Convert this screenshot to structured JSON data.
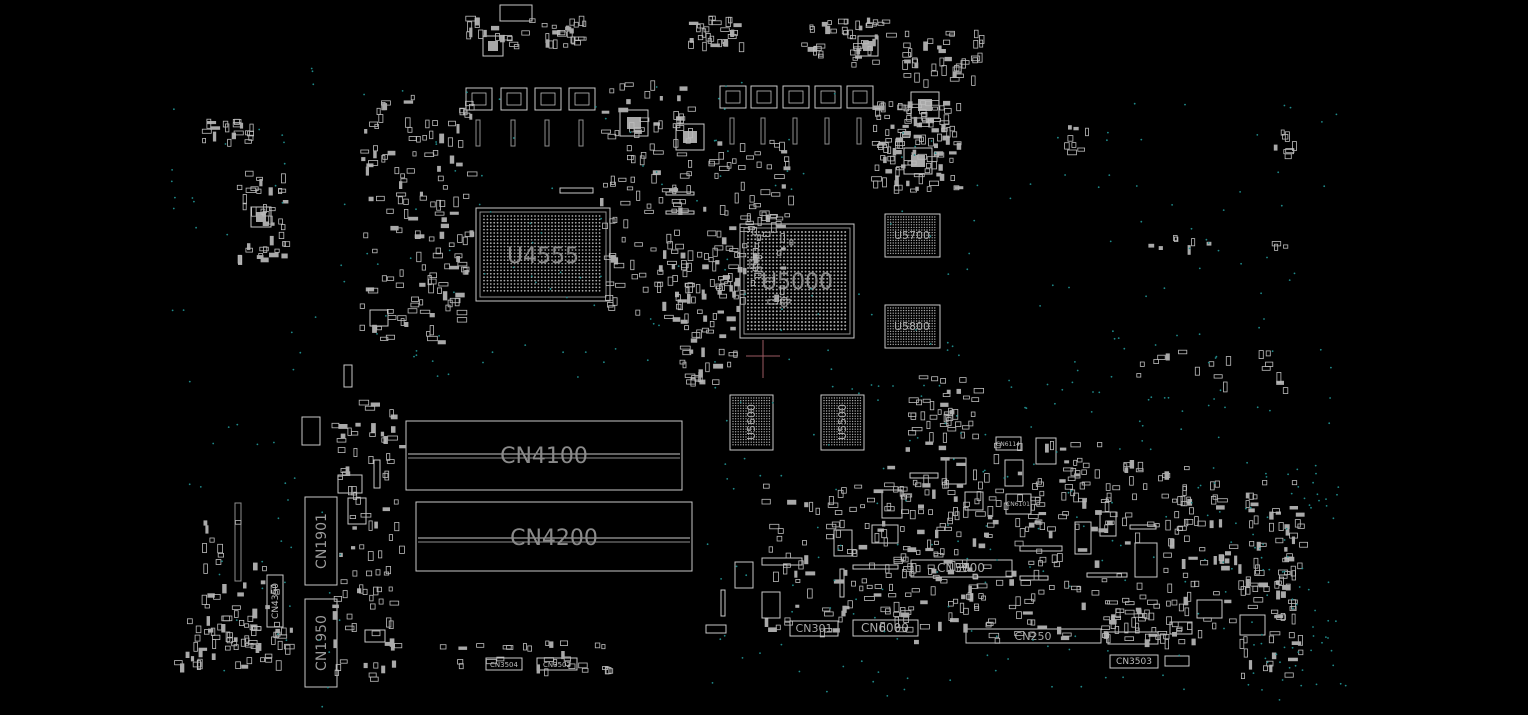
{
  "board": {
    "background": "#000000",
    "outline_color": "#c9c9c9",
    "via_color": "#1f8a8a",
    "cursor_color": "#9c5a62"
  },
  "labels": {
    "u4555": "U4555",
    "u5000": "U5000",
    "u5700": "U5700",
    "u5800": "U5800",
    "u5600": "U5600",
    "u5500": "U5500",
    "cn4100": "CN4100",
    "cn4200": "CN4200",
    "cn1901": "CN1901",
    "cn1950": "CN1950",
    "cn4350": "CN4350",
    "cn3000": "CN3000",
    "cn301": "CN301",
    "cn6000": "CN6000",
    "cn250": "CN250",
    "cn3504": "CN3504",
    "cn3502": "CN3502",
    "cn3503": "CN3503",
    "cn6114": "CN6114",
    "cn6101": "CN6101"
  }
}
